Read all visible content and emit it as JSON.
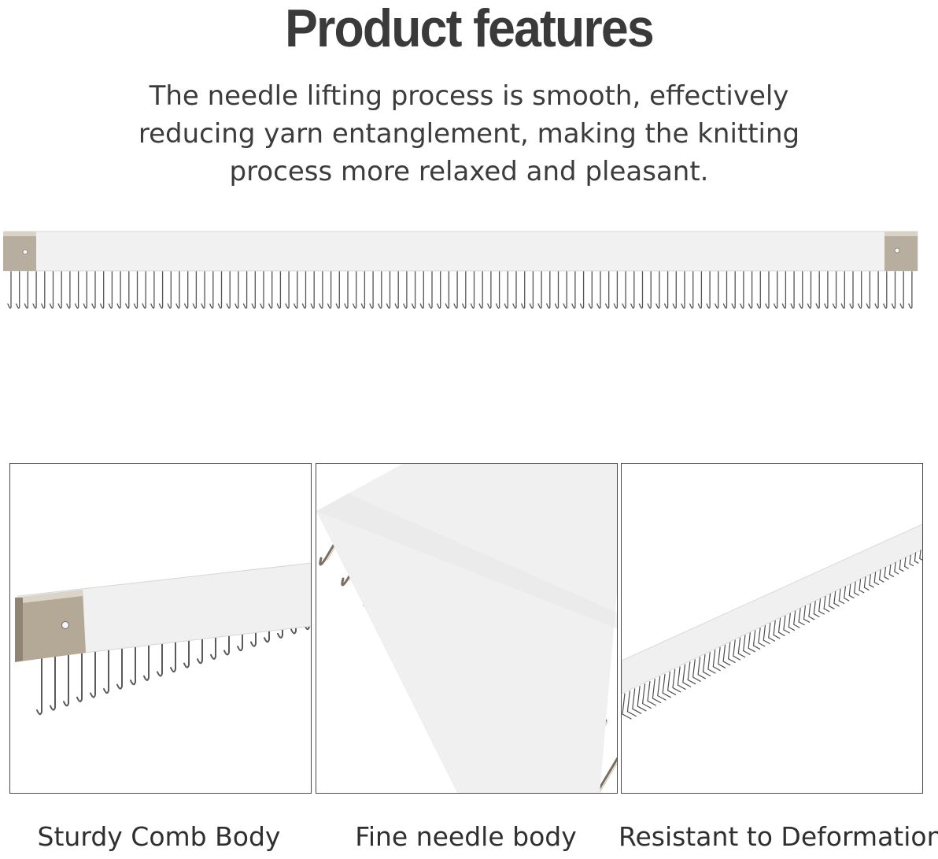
{
  "heading": {
    "title": "Product features",
    "description": "The needle lifting process is smooth, effectively reducing yarn entanglement, making the knitting process more relaxed and pleasant."
  },
  "product_image": {
    "subject": "comb-bar-with-needles"
  },
  "panels": [
    {
      "caption": "Sturdy Comb Body"
    },
    {
      "caption": "Fine needle body"
    },
    {
      "caption": "Resistant to Deformation"
    }
  ],
  "colors": {
    "text": "#3a3a3a",
    "bar": "#eeeeee",
    "bar_edge": "#d4d4d4",
    "needle": "#4a4a4a",
    "metal_cap": "#b9b0a2",
    "panel_border": "#4a4a4a"
  }
}
